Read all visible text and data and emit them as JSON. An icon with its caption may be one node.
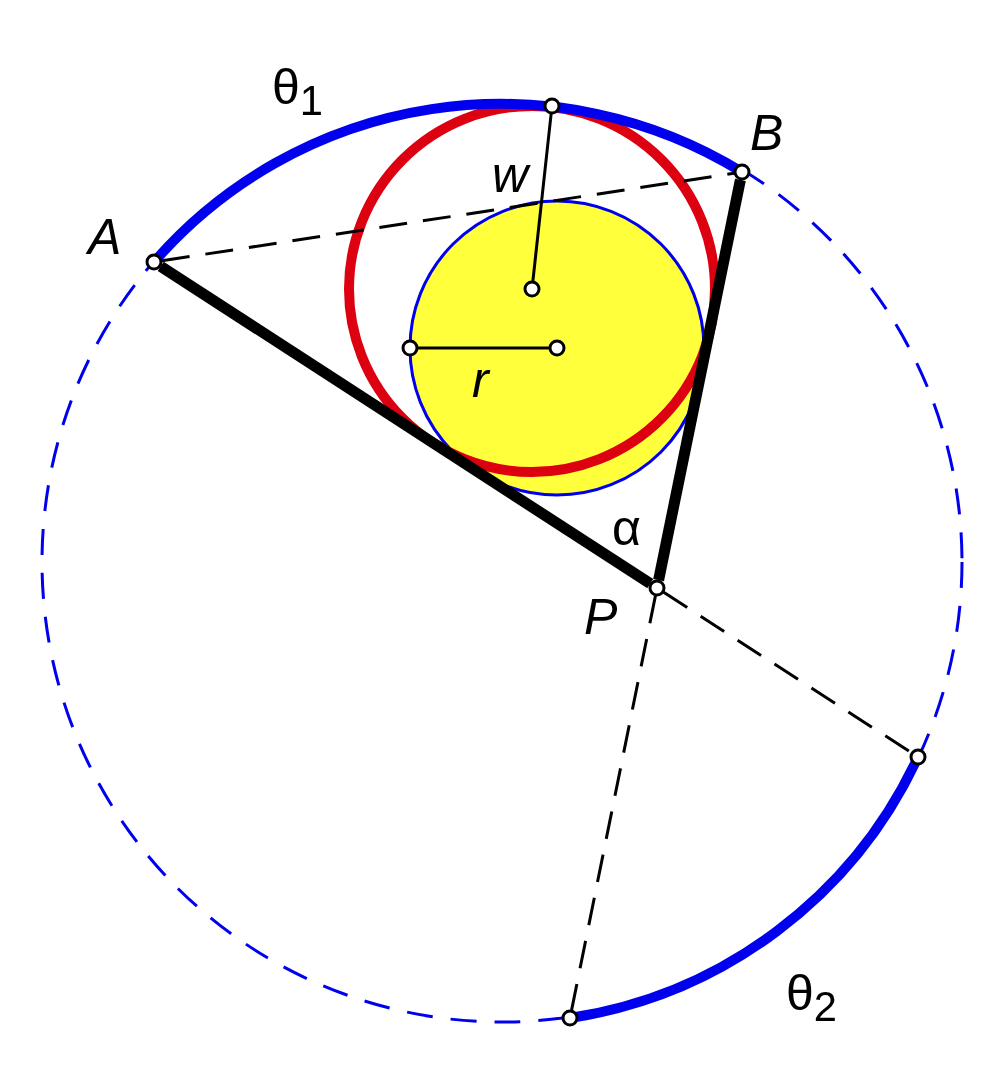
{
  "diagram": {
    "nodes": [
      {
        "text": [],
        "shape": "circle",
        "beside": [
          "A"
        ]
      },
      {
        "text": [],
        "shape": "circle",
        "beside": [
          "B"
        ]
      },
      {
        "text": [],
        "shape": "circle",
        "beside": [
          "P"
        ]
      },
      {
        "text": [],
        "shape": "circle"
      },
      {
        "text": [],
        "shape": "circle"
      },
      {
        "text": [],
        "shape": "circle"
      },
      {
        "text": [],
        "shape": "circle"
      },
      {
        "text": [],
        "shape": "circle"
      },
      {
        "text": [],
        "shape": "circle"
      }
    ],
    "edges": [
      {
        "from": 0,
        "to": 2,
        "arrow": "none",
        "style": "thick"
      },
      {
        "from": 2,
        "to": 1,
        "arrow": "none",
        "style": "thick"
      },
      {
        "from": 0,
        "to": 1,
        "arrow": "none",
        "style": "dashed"
      },
      {
        "from": 2,
        "to": 7,
        "arrow": "none",
        "style": "dashed"
      },
      {
        "from": 2,
        "to": 8,
        "arrow": "none",
        "style": "dashed"
      },
      {
        "from": 4,
        "to": 3,
        "arrow": "none",
        "label": "w"
      },
      {
        "from": 5,
        "to": 6,
        "arrow": "none",
        "label": "r"
      },
      {
        "from": 0,
        "to": 1,
        "arrow": "none",
        "style": "thick",
        "color": "#0000ee",
        "label": "θ$_{1}$"
      },
      {
        "from": 7,
        "to": 8,
        "arrow": "none",
        "style": "thick",
        "color": "#0000ee",
        "label": "θ$_{2}$"
      }
    ],
    "labels": [
      "α"
    ]
  }
}
